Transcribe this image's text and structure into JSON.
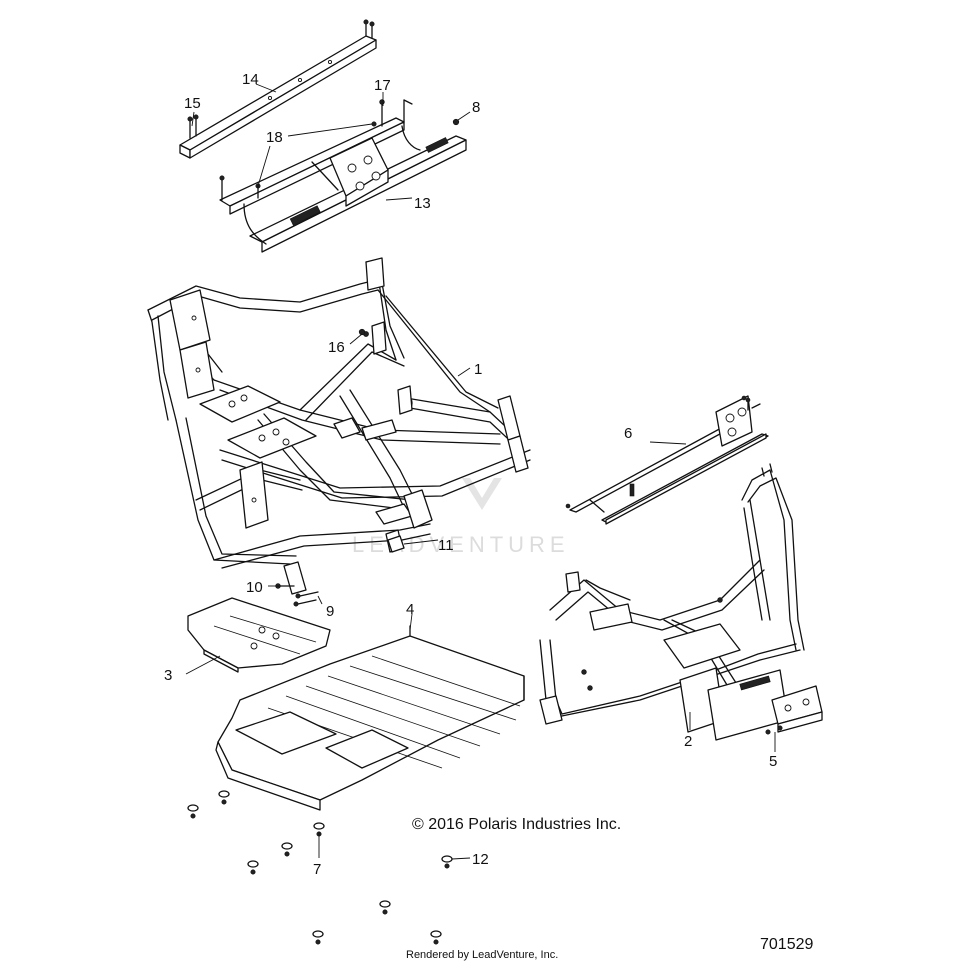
{
  "callouts": [
    "1",
    "2",
    "3",
    "4",
    "5",
    "6",
    "7",
    "8",
    "9",
    "10",
    "11",
    "12",
    "13",
    "14",
    "15",
    "16",
    "17",
    "18"
  ],
  "copyright": "© 2016 Polaris Industries Inc.",
  "rendered_by": "Rendered by LeadVenture, Inc.",
  "diagram_number": "701529",
  "watermark": "LEADVENTURE",
  "colors": {
    "ink": "#111111",
    "watermark": "#dcdcdc",
    "background": "#ffffff"
  }
}
